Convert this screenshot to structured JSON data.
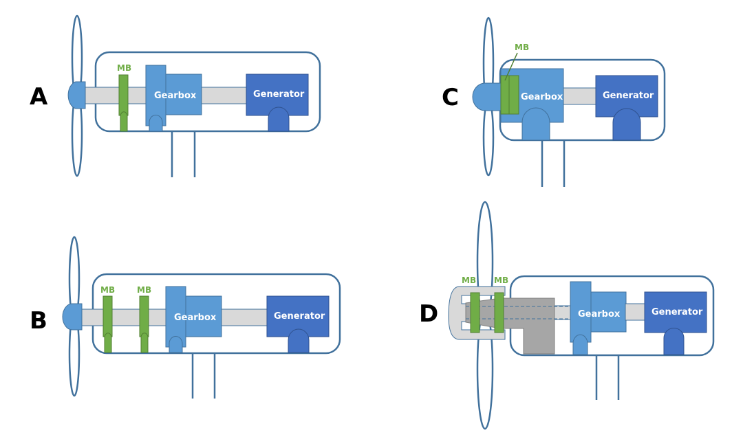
{
  "title": "Wind turbine drivetrain main bearing configurations",
  "colors": {
    "outline": "#41719c",
    "hub": "#5b9bd5",
    "gearbox": "#5b9bd5",
    "generator": "#4472c4",
    "shaft": "#d9d9d9",
    "main_bearing": "#70ad47",
    "main_bearing_label": "#70ad47",
    "bedplate": "#a6a6a6"
  },
  "panels": [
    {
      "id": "A",
      "letter": "A",
      "components": {
        "main_bearings": [
          "MB"
        ],
        "gearbox": "Gearbox",
        "generator": "Generator"
      }
    },
    {
      "id": "B",
      "letter": "B",
      "components": {
        "main_bearings": [
          "MB",
          "MB"
        ],
        "gearbox": "Gearbox",
        "generator": "Generator"
      }
    },
    {
      "id": "C",
      "letter": "C",
      "components": {
        "main_bearings": [
          "MB"
        ],
        "gearbox": "Gearbox",
        "generator": "Generator"
      }
    },
    {
      "id": "D",
      "letter": "D",
      "components": {
        "main_bearings": [
          "MB",
          "MB"
        ],
        "gearbox": "Gearbox",
        "generator": "Generator"
      }
    }
  ]
}
